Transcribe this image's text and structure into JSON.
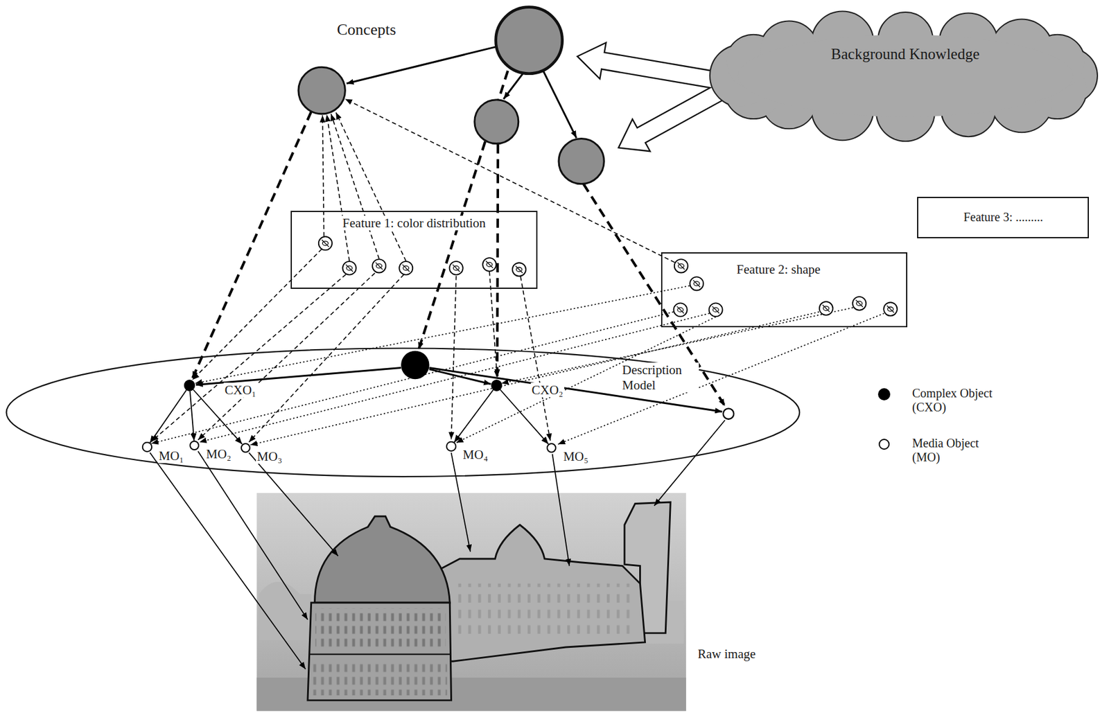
{
  "diagram": {
    "nodes": [
      {
        "text": [
          "Background Knowledge"
        ]
      },
      {
        "text": [
          "Feature 1: color distribution"
        ]
      },
      {
        "text": [
          "Feature 3: ........."
        ]
      },
      {
        "text": [
          "Feature 2: shape"
        ]
      },
      {
        "text": [
          "Description Model"
        ]
      },
      {
        "text": [
          "CXO₁"
        ],
        "in": 4
      },
      {
        "text": [
          "CXO₂"
        ],
        "in": 4
      },
      {
        "text": [
          "MO₁"
        ],
        "in": 4
      },
      {
        "text": [
          "MO₂"
        ],
        "in": 4
      },
      {
        "text": [
          "MO₃"
        ],
        "in": 4
      },
      {
        "text": [
          "MO₄"
        ],
        "in": 4
      },
      {
        "text": [
          "MO₅"
        ],
        "in": 4
      }
    ],
    "edges": [
      {
        "from": 5,
        "to": 7,
        "arrow": "to"
      },
      {
        "from": 5,
        "to": 8,
        "arrow": "to"
      },
      {
        "from": 5,
        "to": 9,
        "arrow": "to"
      },
      {
        "from": 6,
        "to": 10,
        "arrow": "to"
      },
      {
        "from": 6,
        "to": 11,
        "arrow": "to"
      }
    ],
    "labels": [
      "Concepts",
      "Raw image"
    ],
    "legend": [
      {
        "text": "Complex Object (CXO)"
      },
      {
        "text": "Media Object (MO)"
      }
    ]
  }
}
